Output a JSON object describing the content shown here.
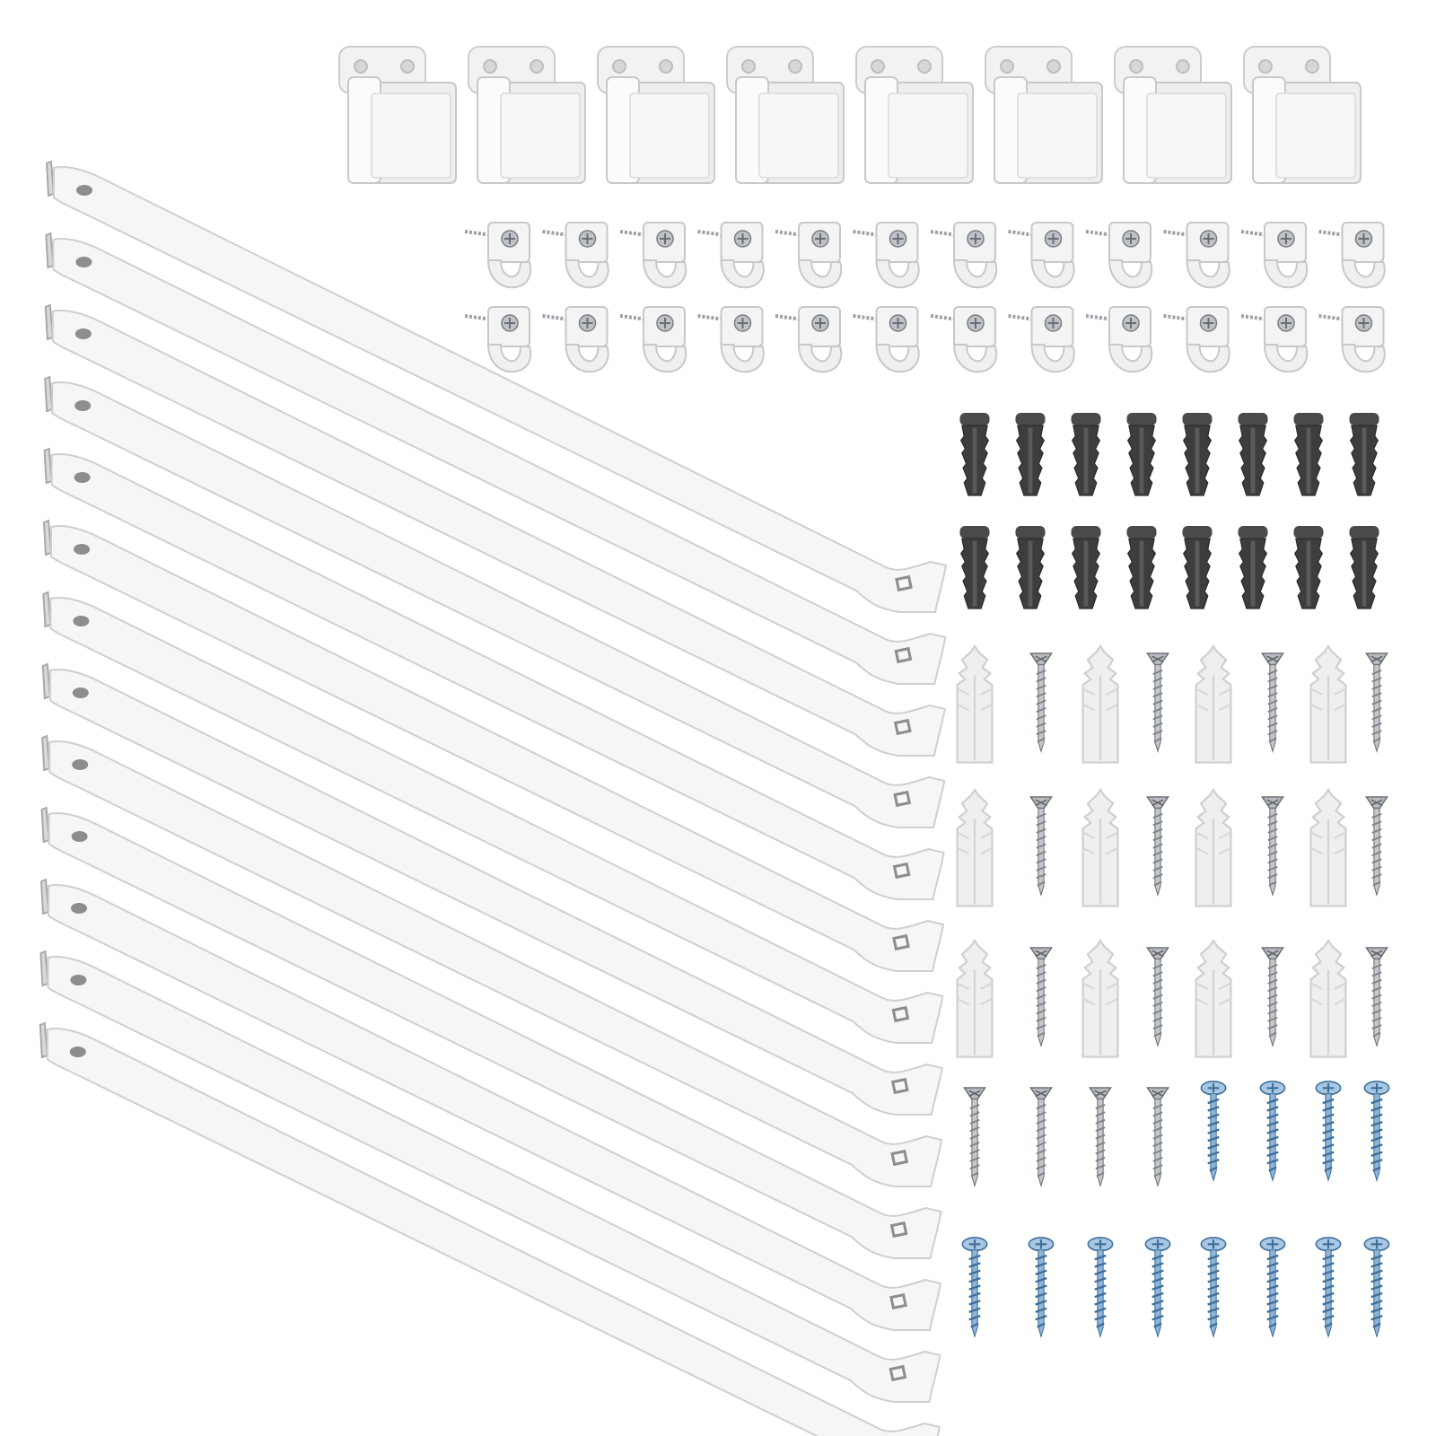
{
  "product_photo": {
    "colors": {
      "background": "#ffffff",
      "white_part": "#f3f3f3",
      "white_edge": "#c9c9c9",
      "white_shade": "#dcdcdc",
      "anchor_grey": "#3d3d3d",
      "anchor_grey_light": "#5a5a5a",
      "steel": "#b9bcc0",
      "steel_dark": "#6e7276",
      "blue_zinc": "#8fb6d8",
      "blue_zinc_dark": "#3f6f99"
    },
    "parts": {
      "closet_shelf_supports": {
        "count": 13,
        "icon": "shelf-support-bracket-icon"
      },
      "rod_end_sockets": {
        "count": 8,
        "icon": "rod-socket-icon"
      },
      "rod_hooks_with_screws": {
        "count": 24,
        "icon": "rod-hook-icon"
      },
      "grey_wall_anchors": {
        "count": 16,
        "icon": "grey-anchor-icon"
      },
      "white_plastic_anchors": {
        "count": 12,
        "icon": "white-anchor-icon"
      },
      "silver_screws": {
        "count": 16,
        "icon": "silver-screw-icon"
      },
      "blue_zinc_screws": {
        "count": 12,
        "icon": "blue-screw-icon"
      }
    }
  }
}
